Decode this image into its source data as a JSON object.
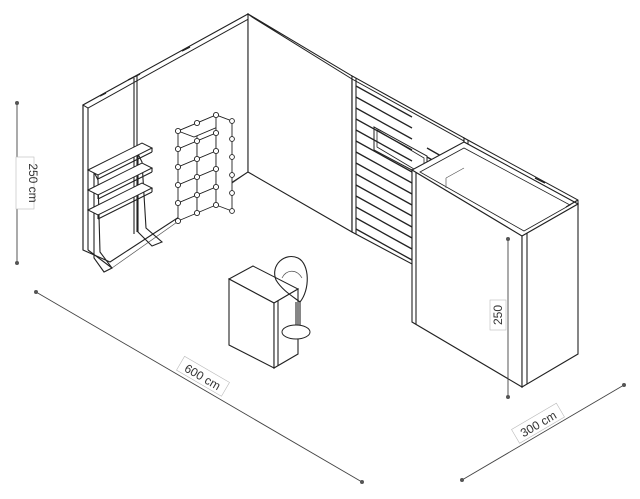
{
  "dimensions": {
    "height_left": "250 cm",
    "width_front": "600 cm",
    "depth_right": "300 cm",
    "height_cabinet": "250"
  }
}
